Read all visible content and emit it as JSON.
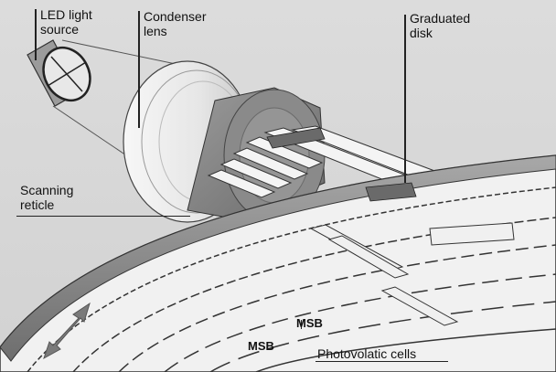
{
  "labels": {
    "led_light_source": "LED light\nsource",
    "condenser_lens": "Condenser\nlens",
    "graduated_disk": "Graduated\ndisk",
    "scanning_reticle": "Scanning\nreticle",
    "msb_upper": "MSB",
    "msb_lower": "MSB",
    "photovoltaic_cells": "Photovolatic cells"
  },
  "colors": {
    "background": "#d6d6d6",
    "disk_face": "#f2f2f2",
    "disk_edge": "#8a8a8a",
    "reticle_body": "#7c7c7c",
    "lens": "#e9e9e9",
    "line": "#222222",
    "arrow": "#777777"
  }
}
